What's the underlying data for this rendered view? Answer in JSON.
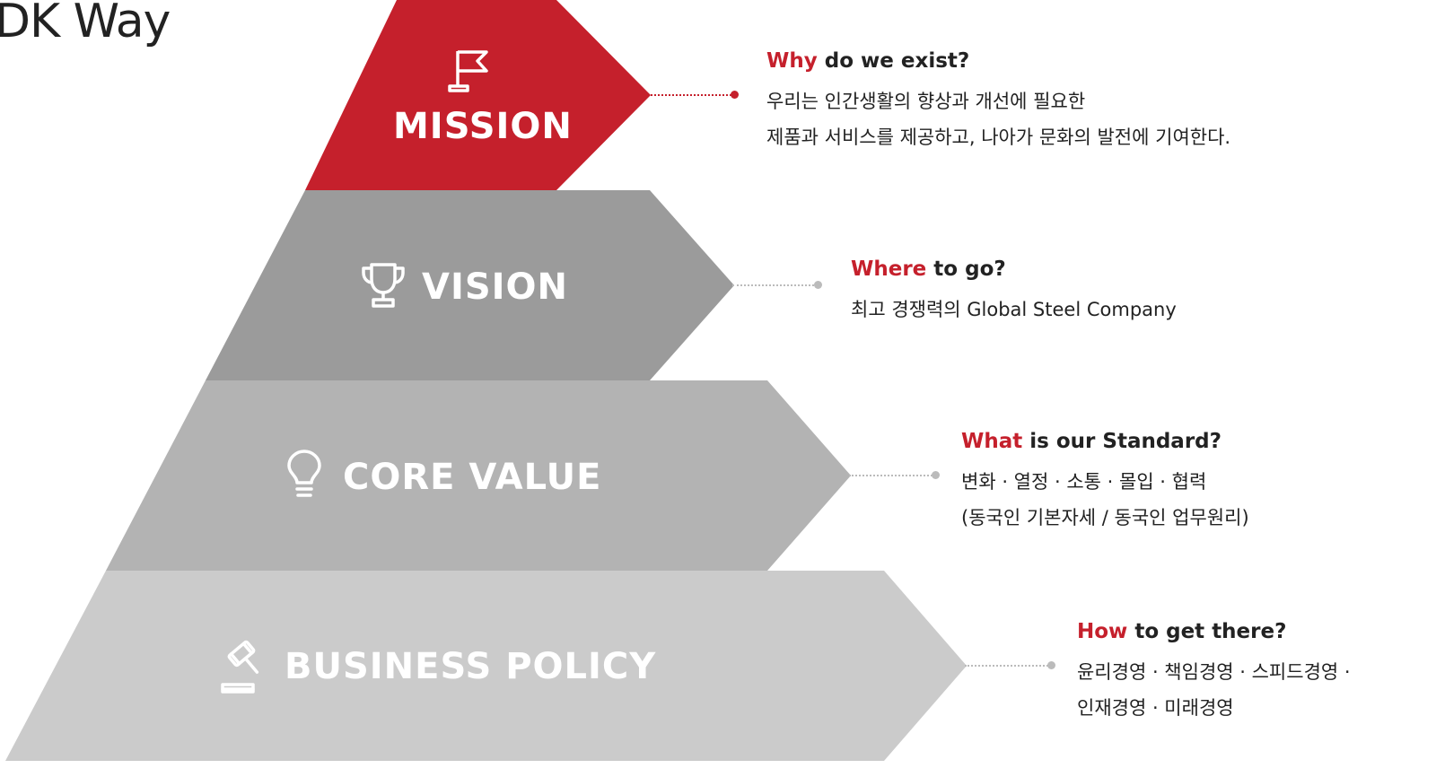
{
  "title": "DK Way",
  "colors": {
    "mission": "#c5202c",
    "vision": "#9b9b9b",
    "core_value": "#b3b3b3",
    "business_policy": "#cbcbcb",
    "accent": "#c5202c",
    "text": "#222222"
  },
  "levels": [
    {
      "label": "MISSION",
      "icon": "flag-icon",
      "question_keyword": "Why",
      "question_rest": " do we exist?",
      "lines": [
        "우리는 인간생활의 향상과 개선에 필요한",
        "제품과 서비스를 제공하고, 나아가 문화의 발전에 기여한다."
      ]
    },
    {
      "label": "VISION",
      "icon": "trophy-icon",
      "question_keyword": "Where",
      "question_rest": " to go?",
      "lines": [
        "최고 경쟁력의 Global Steel Company"
      ]
    },
    {
      "label": "CORE VALUE",
      "icon": "lightbulb-icon",
      "question_keyword": "What",
      "question_rest": " is our Standard?",
      "lines": [
        "변화 · 열정 · 소통 · 몰입 · 협력",
        "(동국인 기본자세 / 동국인 업무원리)"
      ]
    },
    {
      "label": "BUSINESS POLICY",
      "icon": "gavel-icon",
      "question_keyword": "How",
      "question_rest": " to get there?",
      "lines": [
        "윤리경영 · 책임경영 · 스피드경영 ·",
        "인재경영 · 미래경영"
      ]
    }
  ]
}
